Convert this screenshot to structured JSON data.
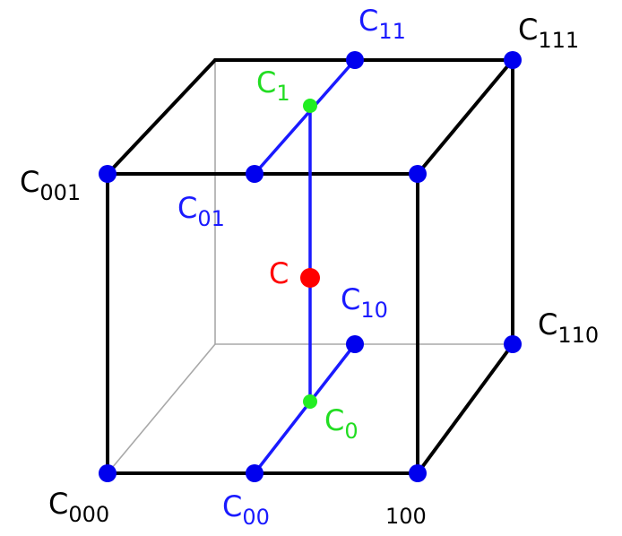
{
  "diagram": {
    "colors": {
      "edge": "#000000",
      "hidden_edge": "#a0a0a0",
      "interp": "#1a1aff",
      "mid": "#22ee22",
      "center": "#ff0000"
    },
    "labels": {
      "c000_base": "C",
      "c000_sub": "000",
      "c001_base": "C",
      "c001_sub": "001",
      "c110_base": "C",
      "c110_sub": "110",
      "c111_base": "C",
      "c111_sub": "111",
      "v100": "100",
      "c00_base": "C",
      "c00_sub": "00",
      "c01_base": "C",
      "c01_sub": "01",
      "c10_base": "C",
      "c10_sub": "10",
      "c11_base": "C",
      "c11_sub": "11",
      "c0_base": "C",
      "c0_sub": "0",
      "c1_base": "C",
      "c1_sub": "1",
      "c_center": "C"
    }
  }
}
